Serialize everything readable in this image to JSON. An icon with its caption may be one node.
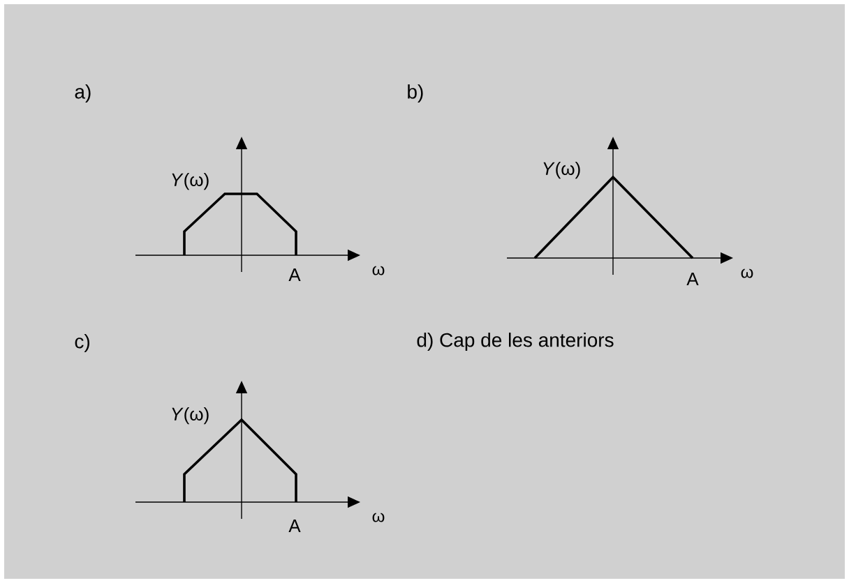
{
  "diagram": {
    "labels": [
      "a)",
      "*Y*(ω)",
      "A",
      "ω",
      "b)",
      "*Y*(ω)",
      "A",
      "ω",
      "c)",
      "d) Cap de les anteriors",
      "*Y*(ω)",
      "A",
      "ω"
    ]
  }
}
